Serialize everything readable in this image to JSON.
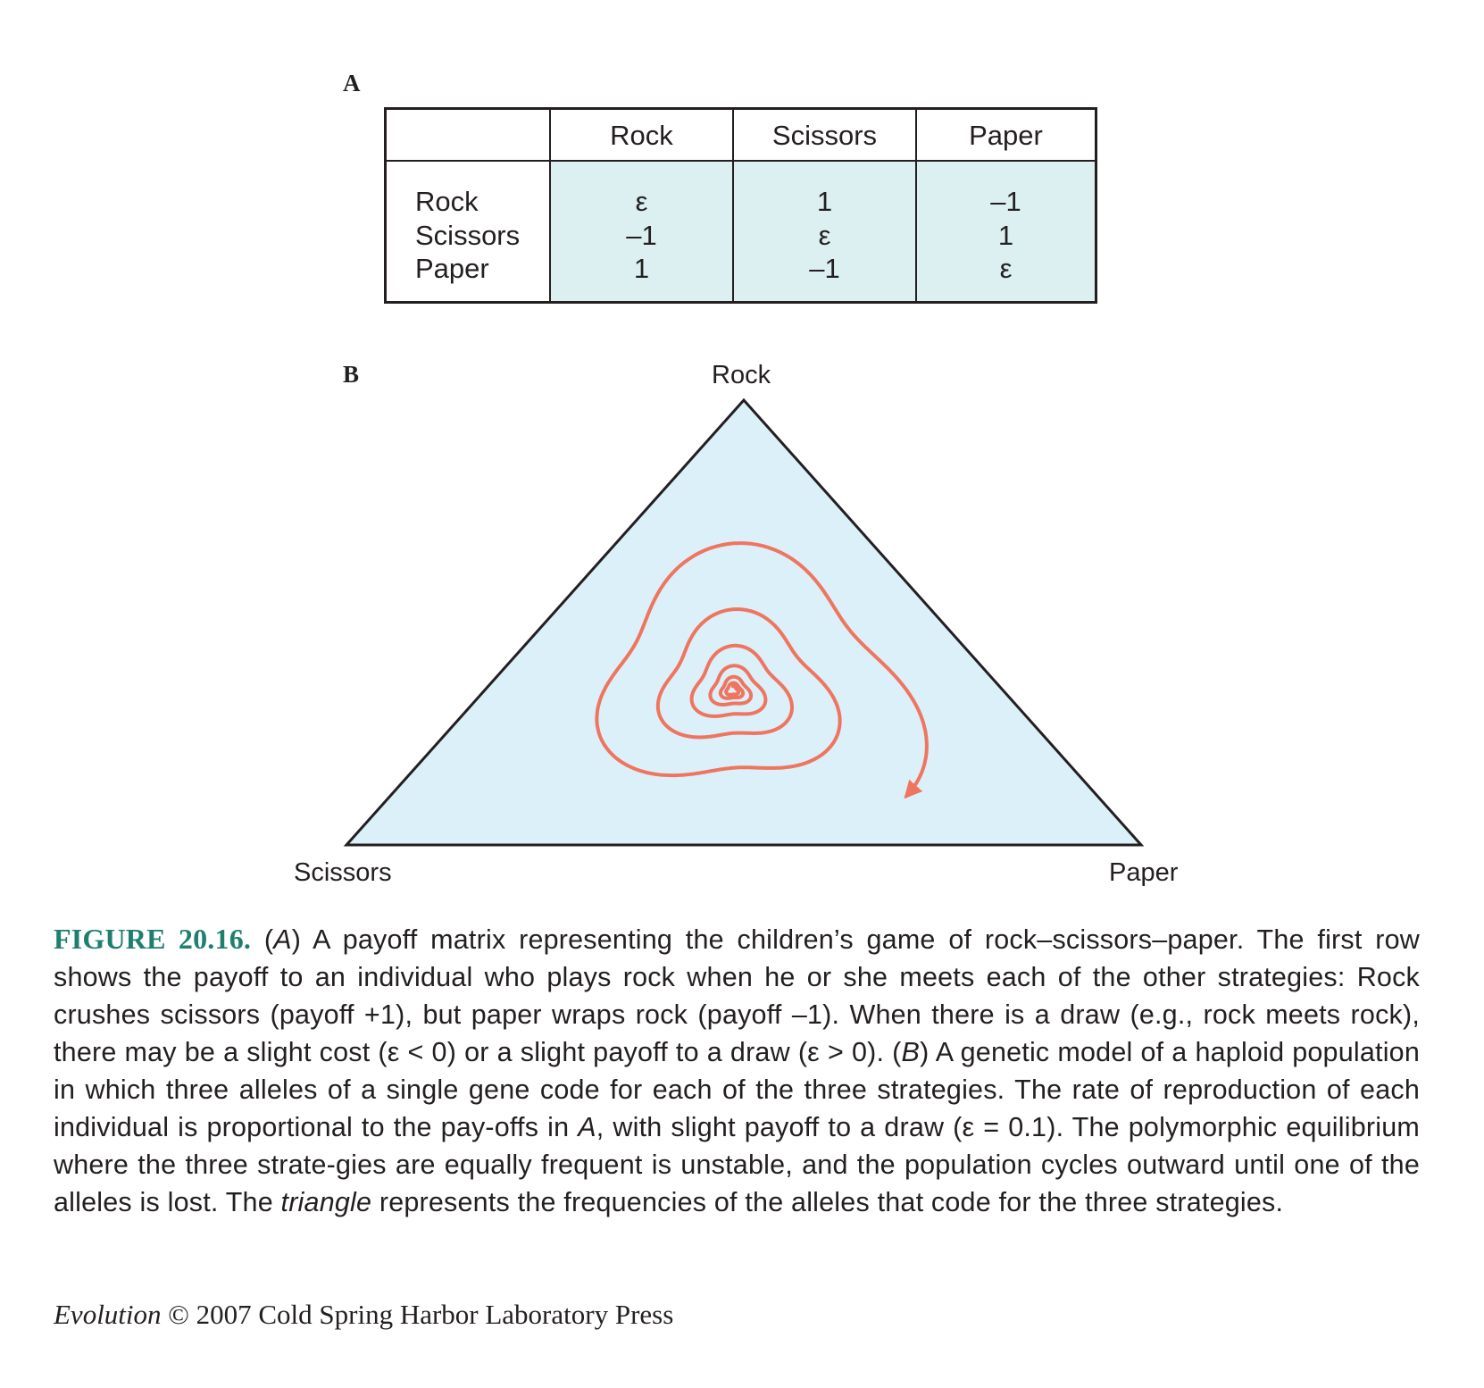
{
  "panel_a_label": "A",
  "panel_b_label": "B",
  "matrix": {
    "column_headers": [
      "Rock",
      "Scissors",
      "Paper"
    ],
    "row_headers": [
      "Rock",
      "Scissors",
      "Paper"
    ],
    "values": [
      [
        "ε",
        "1",
        "–1"
      ],
      [
        "–1",
        "ε",
        "1"
      ],
      [
        "1",
        "–1",
        "ε"
      ]
    ],
    "cell_color": "#dcf0f1"
  },
  "triangle": {
    "vertex_top": "Rock",
    "vertex_left": "Scissors",
    "vertex_right": "Paper",
    "fill_color": "#dcf0fa",
    "spiral_color": "#ef7560",
    "spiral_direction": "clockwise-outward"
  },
  "caption": {
    "figure_number": "FIGURE 20.16.",
    "p1": " (",
    "i1": "A",
    "p2": ") A payoff matrix representing the children’s game of rock–scissors–paper. The first row shows the payoff to an individual who plays rock when he or she meets each of the other strategies: Rock crushes scissors (payoff +1), but paper wraps rock (payoff –1). When there is a draw (e.g., rock meets rock), there may be a slight cost (ε < 0) or a slight payoff to a draw (ε > 0). (",
    "i2": "B",
    "p3": ") A genetic model of a haploid population in which three alleles of a single gene code for each of the three strategies. The rate of reproduction of each individual is proportional to the pay-offs in ",
    "i3": "A",
    "p4": ", with slight payoff to a draw (ε = 0.1). The polymorphic equilibrium where the three strate-gies are equally frequent is unstable, and the population cycles outward until one of the alleles is lost. The ",
    "i4": "triangle",
    "p5": " represents the frequencies of the alleles that code for the three strategies."
  },
  "credit": {
    "title": "Evolution",
    "rest": " © 2007 Cold Spring Harbor Laboratory Press"
  }
}
